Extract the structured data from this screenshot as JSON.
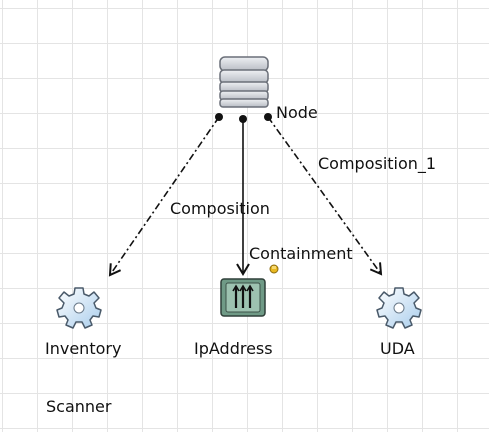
{
  "nodes": {
    "node": {
      "label": "Node",
      "icon": "database-server-icon"
    },
    "inventory_scanner": {
      "label": "Inventory Scanner",
      "line1": "Inventory",
      "line2": "Scanner",
      "icon": "gear-icon"
    },
    "ip_address": {
      "label": "IpAddress",
      "icon": "network-interface-icon"
    },
    "uda": {
      "label": "UDA",
      "icon": "gear-icon"
    }
  },
  "edges": {
    "to_inventory": {
      "label": "Composition"
    },
    "to_ip": {
      "label": "Containment"
    },
    "to_uda": {
      "label": "Composition_1"
    }
  },
  "colors": {
    "gear_fill": "#cde3f5",
    "gear_stroke": "#4a5a6a",
    "server_fill": "#c9ccd2",
    "ip_fill": "#6f9a86",
    "badge": "#e8b820",
    "edge": "#111111"
  }
}
